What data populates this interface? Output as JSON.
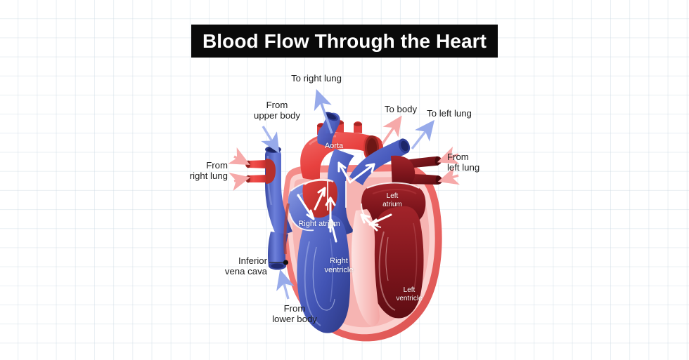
{
  "title": {
    "text": "Blood Flow Through the Heart"
  },
  "colors": {
    "background": "#ffffff",
    "grid_line": "#c8d7e1",
    "title_bar_bg": "#0a0a0a",
    "title_text": "#ffffff",
    "oxygenated_red": "#e8413f",
    "deoxygenated_blue": "#4f62c4",
    "dark_red_chamber": "#8c1a20",
    "myocardium_coral": "#ee6a68",
    "myocardium_pink": "#f9c4c2",
    "blue_arrow": "#8fa4e8",
    "pink_arrow": "#f5a8a8",
    "label_text": "#1c1c1c",
    "organ_label_text": "#ffffff"
  },
  "callouts": [
    {
      "name": "to-right-lung",
      "text": "To right lung",
      "arrow": "blue",
      "direction": "outward"
    },
    {
      "name": "from-upper-body",
      "text": "From\nupper body",
      "arrow": "blue",
      "direction": "inward"
    },
    {
      "name": "to-body",
      "text": "To body",
      "arrow": "pink",
      "direction": "outward"
    },
    {
      "name": "to-left-lung",
      "text": "To left lung",
      "arrow": "blue",
      "direction": "outward"
    },
    {
      "name": "from-left-lung",
      "text": "From\nleft lung",
      "arrow": "pink",
      "direction": "inward"
    },
    {
      "name": "from-right-lung",
      "text": "From\nright lung",
      "arrow": "pink",
      "direction": "inward"
    },
    {
      "name": "inferior-vena-cava",
      "text": "Inferior\nvena cava",
      "arrow": "leader-dot",
      "direction": "pointer"
    },
    {
      "name": "from-lower-body",
      "text": "From\nlower body",
      "arrow": "blue",
      "direction": "inward"
    }
  ],
  "organ_labels": [
    {
      "name": "aorta",
      "text": "Aorta"
    },
    {
      "name": "right-atrium",
      "text": "Right atrium"
    },
    {
      "name": "right-ventricle",
      "text": "Right\nventricle"
    },
    {
      "name": "left-atrium",
      "text": "Left\natrium"
    },
    {
      "name": "left-ventricle",
      "text": "Left\nventricle"
    }
  ]
}
